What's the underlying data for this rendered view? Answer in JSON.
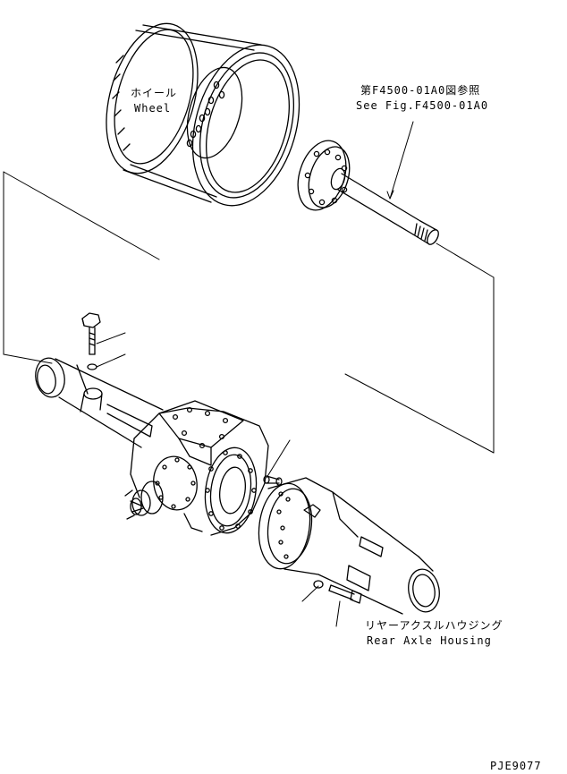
{
  "labels": {
    "wheel_jp": "ホイール",
    "wheel_en": "Wheel",
    "ref_jp": "第F4500-01A0図参照",
    "ref_en": "See Fig.F4500-01A0",
    "housing_jp": "リヤーアクスルハウジング",
    "housing_en": "Rear Axle Housing",
    "drawing_no": "PJE9077"
  },
  "colors": {
    "line": "#000000",
    "paper": "#ffffff"
  }
}
